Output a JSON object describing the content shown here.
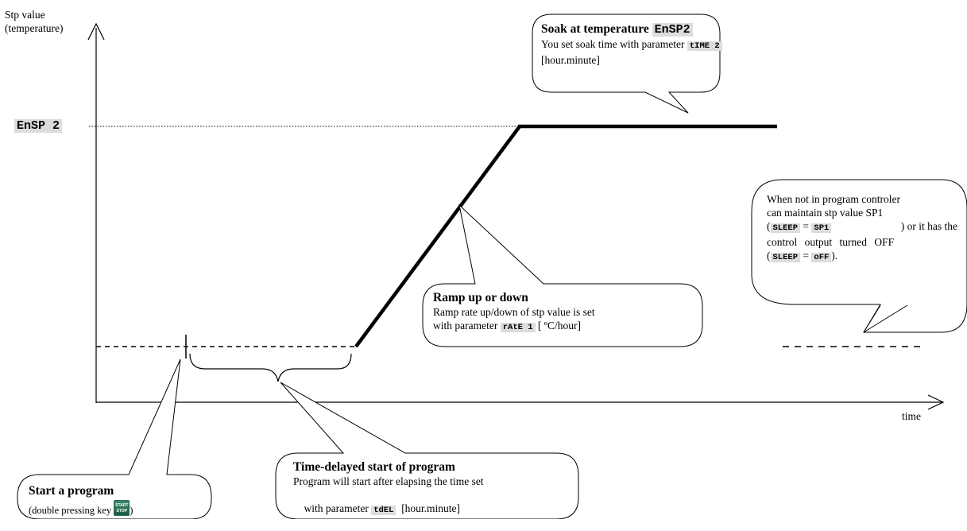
{
  "axes": {
    "y_label_line1": "Stp value",
    "y_label_line2": "(temperature)",
    "x_label": "time"
  },
  "setpoint_label": "EnSP 2",
  "callouts": {
    "soak": {
      "title_prefix": "Soak at temperature ",
      "title_code": "EnSP2",
      "line1_prefix": "You set soak time with parameter ",
      "line1_code": "tIME 2",
      "line2": "[hour.minute]"
    },
    "ramp": {
      "title": "Ramp up or down",
      "line1": "Ramp rate up/down of stp value is set",
      "line2_prefix": "with parameter ",
      "line2_code": "rAtE 1",
      "line2_suffix": " [ ºC/hour]"
    },
    "sleep": {
      "line1": "When not in program controler",
      "line2": "can maintain stp value SP1",
      "line3_open": "(",
      "line3_code1": "SLEEP",
      "line3_eq": " = ",
      "line3_code2": "SP1",
      "line3_suffix": ") or it has the",
      "line4": "control output turned OFF",
      "line5_open": "(",
      "line5_code1": "SLEEP",
      "line5_eq": " = ",
      "line5_code2": "oFF",
      "line5_suffix": ")."
    },
    "start": {
      "title": "Start a program",
      "line1_prefix": "(double pressing key ",
      "line1_suffix": ")",
      "key_top": "START",
      "key_bottom": "STOP"
    },
    "delay": {
      "title": "Time-delayed start of program",
      "line1": "Program will start after elapsing the time set",
      "line2_prefix": "with parameter ",
      "line2_code": "tdEL",
      "line2_suffix": "  [hour.minute]"
    }
  }
}
